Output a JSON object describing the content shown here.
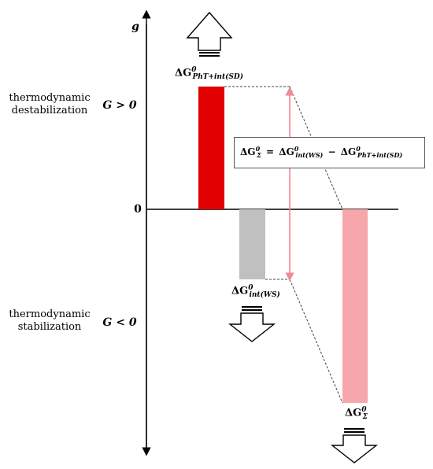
{
  "diagram": {
    "axis_label": "g",
    "zero_label": "0",
    "destab": {
      "line1": "thermodynamic",
      "line2": "destabilization",
      "condition": "G > 0"
    },
    "stab": {
      "line1": "thermodynamic",
      "line2": "stabilization",
      "condition": "G < 0"
    },
    "labels": {
      "dG_phT": {
        "base": "ΔG",
        "sup": "0",
        "sub": "PhT+int(SD)"
      },
      "dG_int": {
        "base": "ΔG",
        "sup": "0",
        "sub": "int(WS)"
      },
      "dG_sigma": {
        "base": "ΔG",
        "sup": "0",
        "sub": "Σ"
      }
    },
    "equation": {
      "lhs_base": "ΔG",
      "lhs_sup": "0",
      "lhs_sub": "Σ",
      "eq": "=",
      "t1_base": "ΔG",
      "t1_sup": "0",
      "t1_sub": "int(WS)",
      "minus": "−",
      "t2_base": "ΔG",
      "t2_sup": "0",
      "t2_sub": "PhT+int(SD)"
    },
    "colors": {
      "phT_bar": "#e00000",
      "int_bar": "#c0c0c0",
      "sigma_bar": "#f7a6ab",
      "double_arrow": "#f08a96",
      "axis": "#000000",
      "dash": "#444444"
    }
  }
}
